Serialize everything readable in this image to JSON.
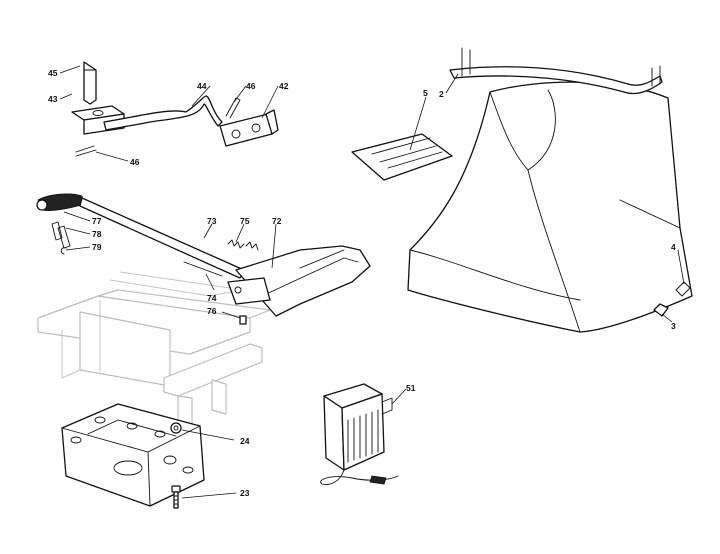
{
  "callouts": [
    {
      "id": "c45",
      "text": "45"
    },
    {
      "id": "c43",
      "text": "43"
    },
    {
      "id": "c44",
      "text": "44"
    },
    {
      "id": "c46a",
      "text": "46"
    },
    {
      "id": "c42",
      "text": "42"
    },
    {
      "id": "c46b",
      "text": "46"
    },
    {
      "id": "c5",
      "text": "5"
    },
    {
      "id": "c2",
      "text": "2"
    },
    {
      "id": "c77",
      "text": "77"
    },
    {
      "id": "c78",
      "text": "78"
    },
    {
      "id": "c79",
      "text": "79"
    },
    {
      "id": "c73",
      "text": "73"
    },
    {
      "id": "c75",
      "text": "75"
    },
    {
      "id": "c72",
      "text": "72"
    },
    {
      "id": "c74",
      "text": "74"
    },
    {
      "id": "c76",
      "text": "76"
    },
    {
      "id": "c4",
      "text": "4"
    },
    {
      "id": "c3",
      "text": "3"
    },
    {
      "id": "c51",
      "text": "51"
    },
    {
      "id": "c24",
      "text": "24"
    },
    {
      "id": "c23",
      "text": "23"
    }
  ]
}
